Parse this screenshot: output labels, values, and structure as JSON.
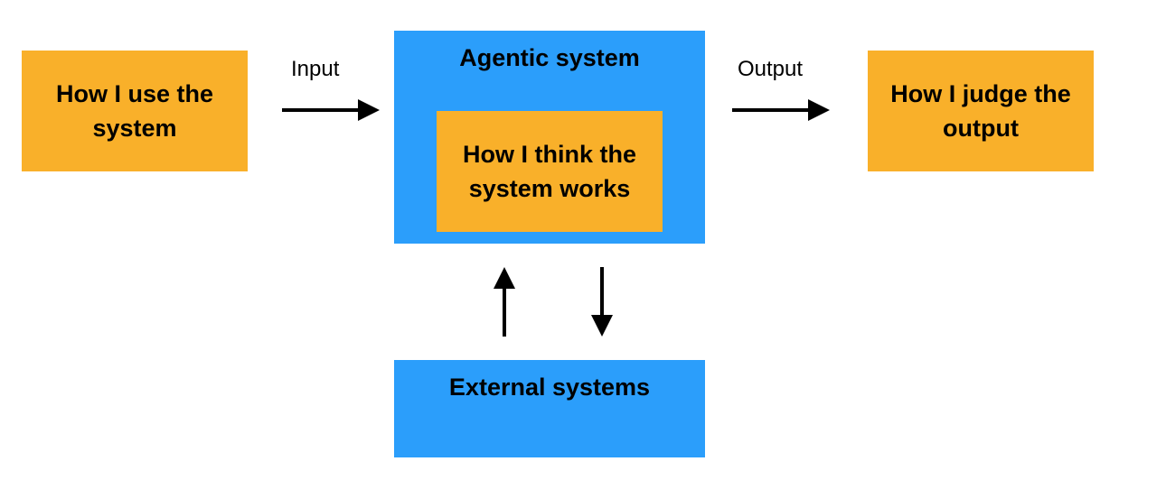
{
  "colors": {
    "orange": "#F9B02A",
    "blue": "#2B9EFB",
    "arrow": "#000000"
  },
  "boxes": {
    "use": "How I use the\nsystem",
    "agentic": "Agentic system",
    "think": "How I think the\nsystem works",
    "judge": "How I judge the\noutput",
    "external": "External systems"
  },
  "flows": {
    "input": "Input",
    "output": "Output"
  }
}
